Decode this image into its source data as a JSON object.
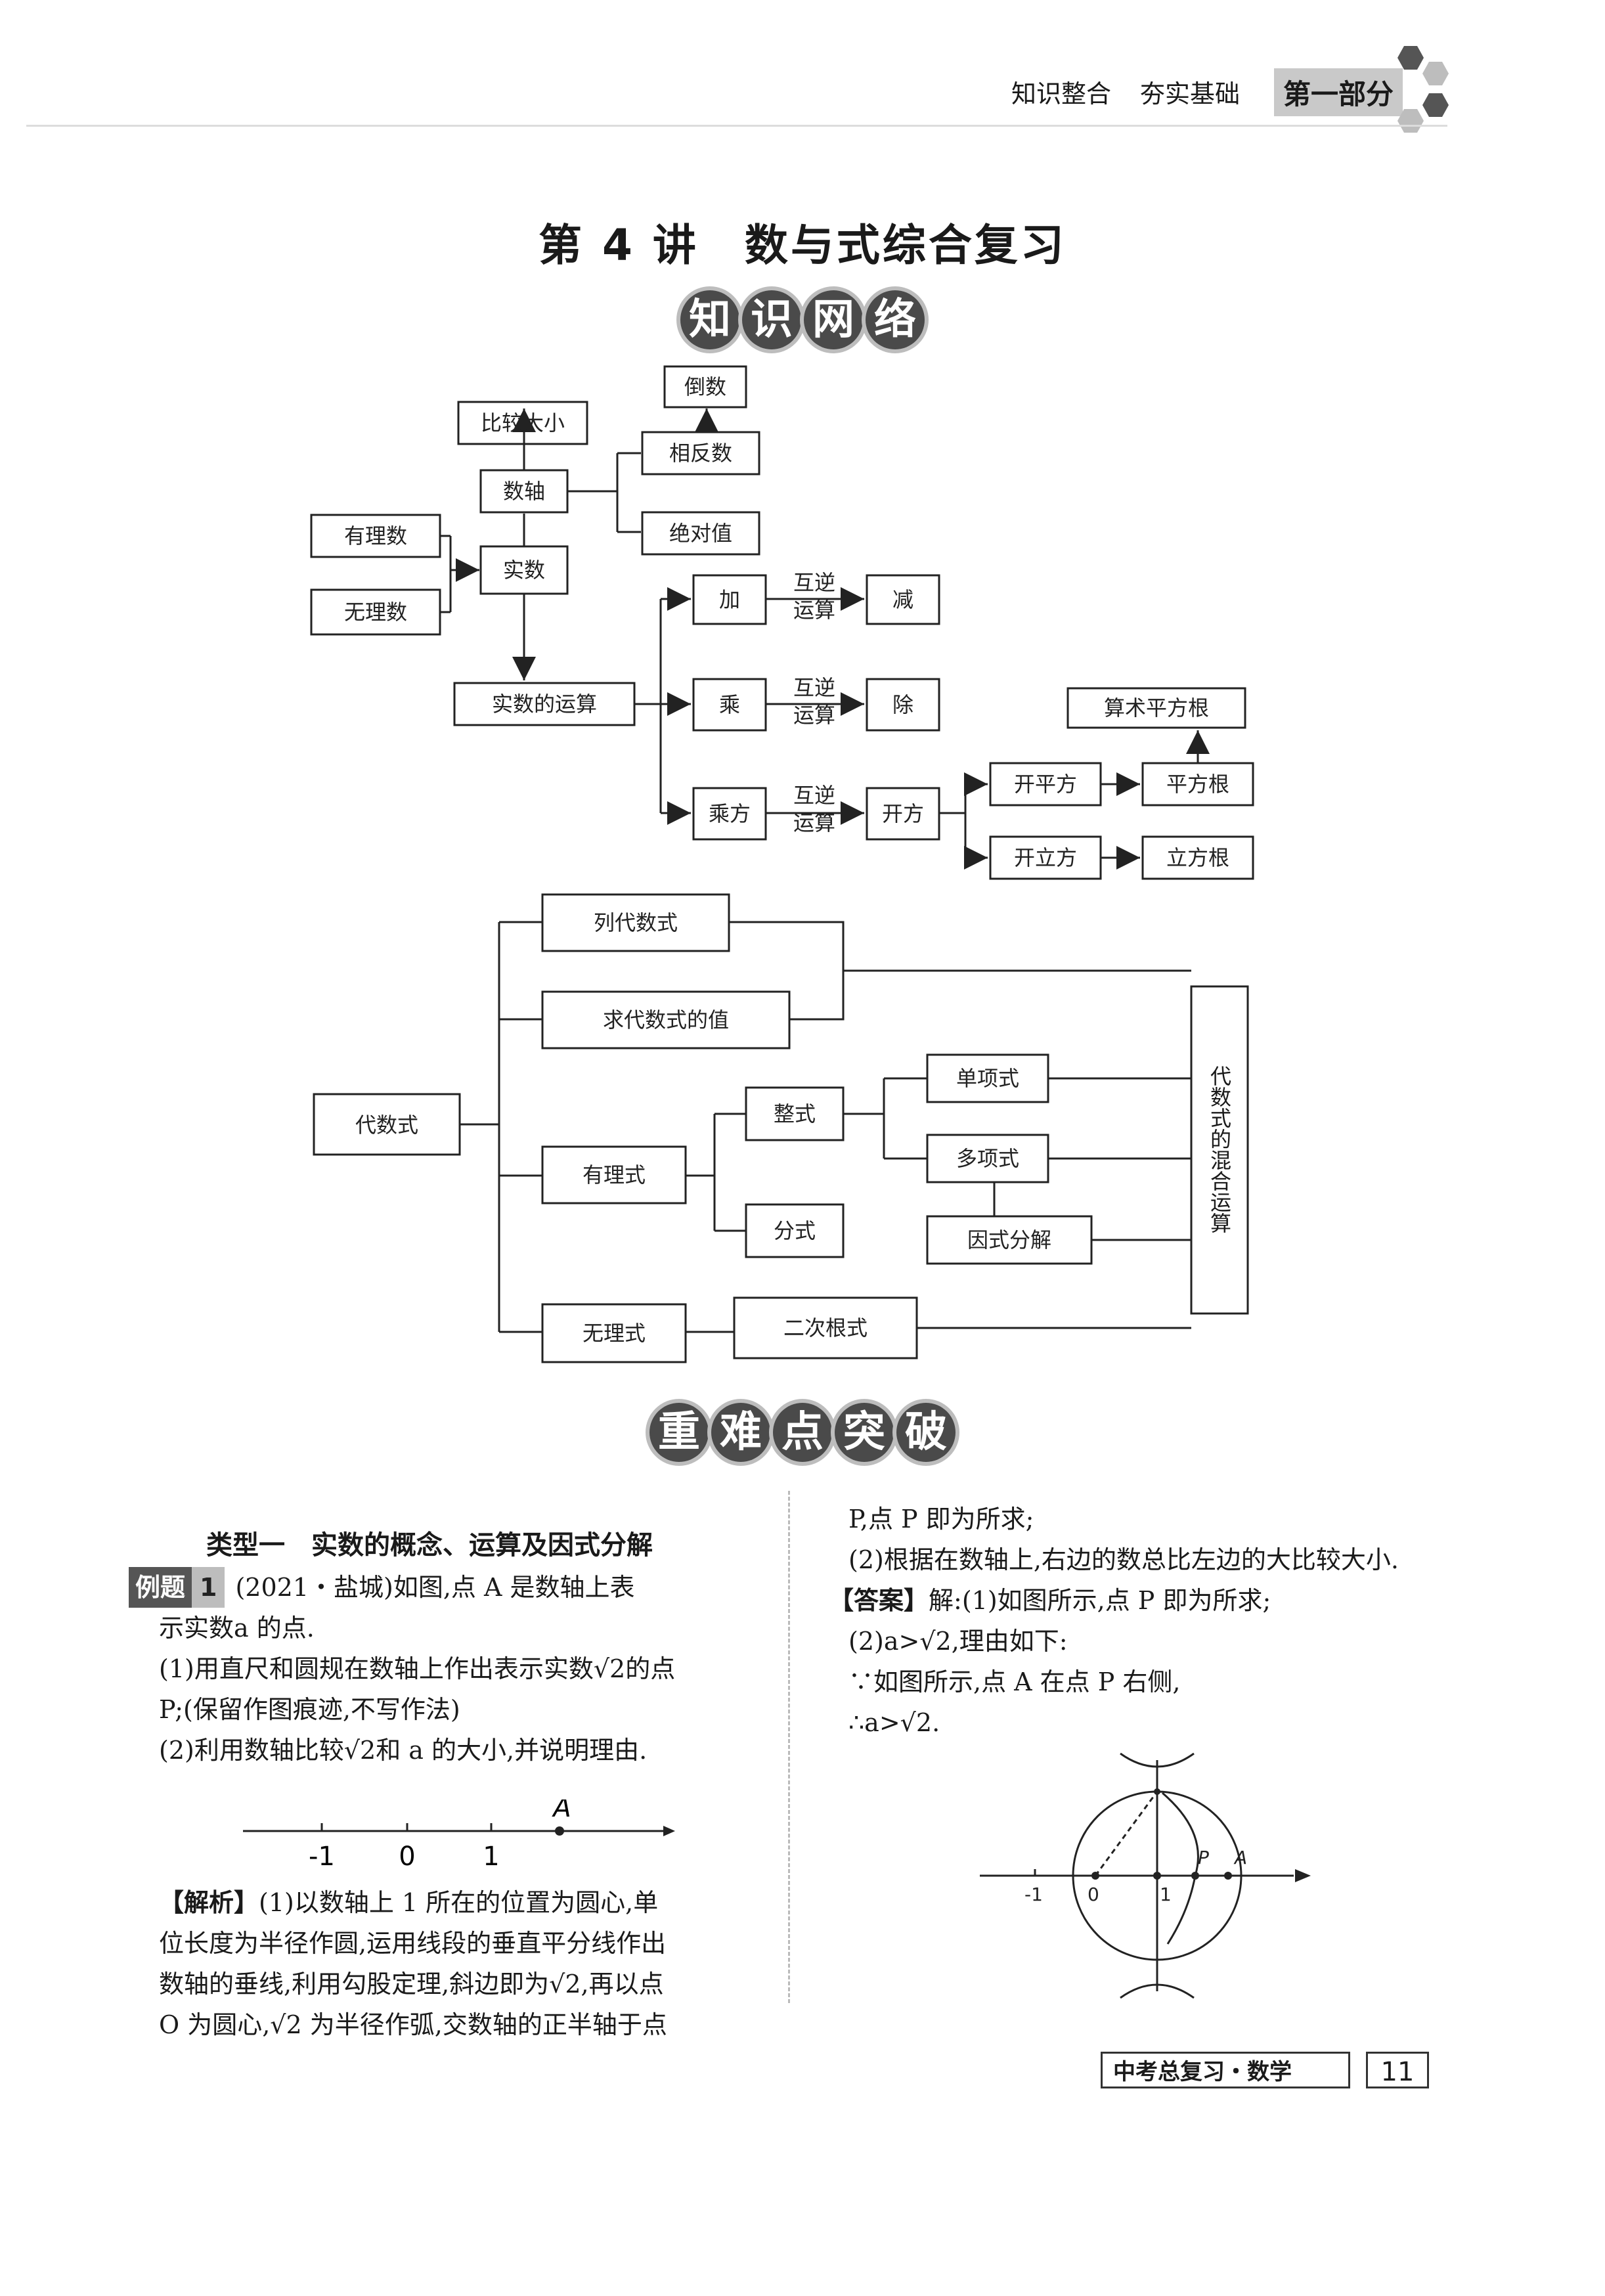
{
  "header": {
    "section_a": "知识整合",
    "section_b": "夯实基础",
    "part": "第一部分"
  },
  "title": "第 4 讲　数与式综合复习",
  "badges": {
    "network": [
      "知",
      "识",
      "网",
      "络"
    ],
    "breakthrough": [
      "重",
      "难",
      "点",
      "突",
      "破"
    ]
  },
  "diagram1": {
    "daoshu": "倒数",
    "bijiao": "比较大小",
    "xiangfan": "相反数",
    "shuzhou": "数轴",
    "juedui": "绝对值",
    "youli": "有理数",
    "wuli": "无理数",
    "shishu": "实数",
    "jia": "加",
    "jian": "减",
    "cheng": "乘",
    "chu": "除",
    "chengfang": "乘方",
    "kaifang": "开方",
    "huni1": "互逆",
    "yunsuan1": "运算",
    "huni2": "互逆",
    "yunsuan2": "运算",
    "huni3": "互逆",
    "yunsuan3": "运算",
    "shishu_yunsuan": "实数的运算",
    "suanshu": "算术平方根",
    "kaipingfang": "开平方",
    "pingfanggen": "平方根",
    "kailifang": "开立方",
    "lifanggen": "立方根"
  },
  "diagram2": {
    "lie": "列代数式",
    "qiu": "求代数式的值",
    "daishushi": "代数式",
    "youlishi": "有理式",
    "zhengshi": "整式",
    "fenshi": "分式",
    "danxiang": "单项式",
    "duoxiang": "多项式",
    "yinshi": "因式分解",
    "wulishi": "无理式",
    "erci": "二次根式",
    "hunhe": "代数式的混合运算"
  },
  "left_col": {
    "type_title": "类型一　实数的概念、运算及因式分解",
    "example_tag": "例题",
    "example_num": "1",
    "q_line1": "(2021・盐城)如图,点 A 是数轴上表",
    "q_line2": "示实数a 的点.",
    "q_line3": "(1)用直尺和圆规在数轴上作出表示实数√2的点",
    "q_line4": "P;(保留作图痕迹,不写作法)",
    "q_line5": "(2)利用数轴比较√2和 a 的大小,并说明理由.",
    "axis_ticks": [
      "-1",
      "0",
      "1"
    ],
    "axis_point": "A",
    "analysis_tag": "【解析】",
    "a_line1": "(1)以数轴上 1 所在的位置为圆心,单",
    "a_line2": "位长度为半径作圆,运用线段的垂直平分线作出",
    "a_line3": "数轴的垂线,利用勾股定理,斜边即为√2,再以点",
    "a_line4": "O 为圆心,√2 为半径作弧,交数轴的正半轴于点"
  },
  "right_col": {
    "r_line1": "P,点 P 即为所求;",
    "r_line2": "(2)根据在数轴上,右边的数总比左边的大比较大小.",
    "answer_tag": "【答案】",
    "r_line3": "解:(1)如图所示,点 P 即为所求;",
    "r_line4": "(2)a>√2,理由如下:",
    "r_line5": "∵如图所示,点 A 在点 P 右侧,",
    "r_line6": "∴a>√2.",
    "fig_labels": {
      "m1": "-1",
      "o": "0",
      "one": "1",
      "p": "P",
      "a": "A"
    }
  },
  "footer": {
    "book": "中考总复习・数学",
    "page": "11"
  }
}
